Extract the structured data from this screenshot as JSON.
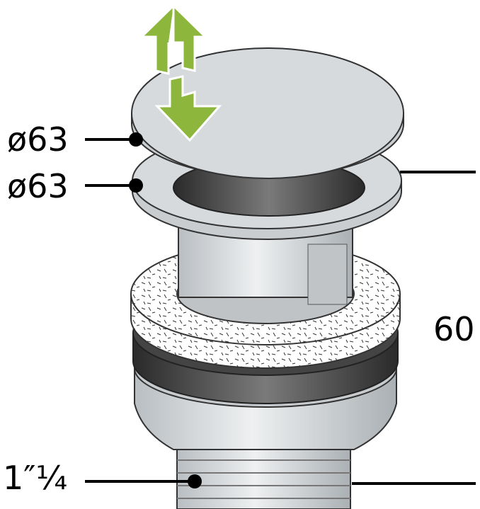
{
  "labels": {
    "cap_diameter": "ø63",
    "flange_diameter": "ø63",
    "height": "60",
    "thread_size": "1″¼"
  },
  "colors": {
    "arrow": "#8db63c",
    "metal": "#d3d7da",
    "gasket_dark": "#3a3a3a"
  }
}
